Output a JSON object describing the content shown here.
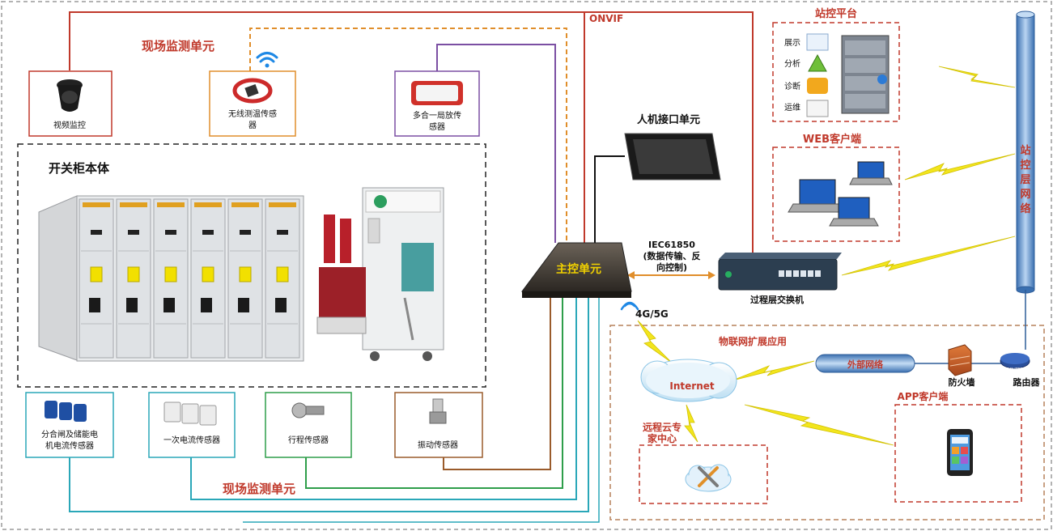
{
  "labels": {
    "field_monitor_top": "现场监测单元",
    "field_monitor_bottom": "现场监测单元",
    "switchgear_body": "开关柜本体",
    "onvif": "ONVIF",
    "main_controller": "主控单元",
    "hmi": "人机接口单元",
    "iec_line1": "IEC61850",
    "iec_line2": "(数据传输、反",
    "iec_line3": "向控制)",
    "process_switch": "过程层交换机",
    "cellular": "4G/5G",
    "station_platform": "站控平台",
    "web_client": "WEB客户端",
    "station_network": [
      "站",
      "控",
      "层",
      "网",
      "络"
    ],
    "iot_app": "物联网扩展应用",
    "internet": "Internet",
    "external_network": "外部网络",
    "firewall": "防火墙",
    "router": "路由器",
    "router_badge": "ROUTER",
    "app_client": "APP客户端",
    "cloud_line1": "远程云专",
    "cloud_line2": "家中心"
  },
  "platform_items": [
    "展示",
    "分析",
    "诊断",
    "运维"
  ],
  "sensors_top": [
    {
      "line1": "视频监控",
      "line2": ""
    },
    {
      "line1": "无线测温传感",
      "line2": "器"
    },
    {
      "line1": "多合一局放传",
      "line2": "感器"
    }
  ],
  "sensors_bottom": [
    {
      "line1": "分合闸及储能电",
      "line2": "机电流传感器"
    },
    {
      "line1": "一次电流传感器",
      "line2": ""
    },
    {
      "line1": "行程传感器",
      "line2": ""
    },
    {
      "line1": "振动传感器",
      "line2": ""
    }
  ],
  "colors": {
    "video": "#c0392b",
    "wireless": "#e08e2b",
    "discharge": "#7b4fa3",
    "current_motor": "#2aa7b8",
    "primary_current": "#2aa7b8",
    "stroke": "#2e9e4a",
    "vibration": "#9a5b2b",
    "title_red": "#c0392b",
    "network_blue": "#4f86c6",
    "lightning": "#f2e51d"
  }
}
